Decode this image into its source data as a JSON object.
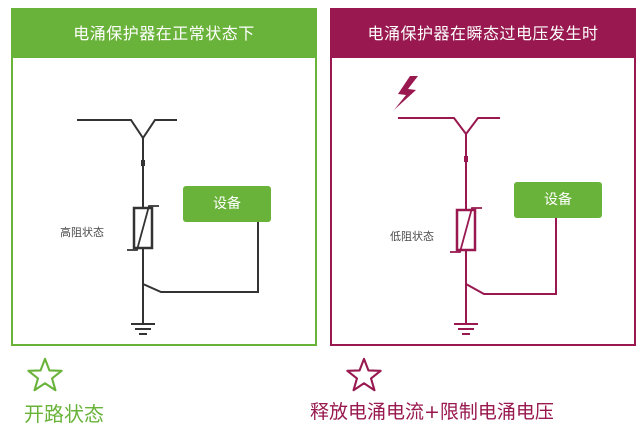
{
  "panels": {
    "normal": {
      "header": "电涌保护器在正常状态下",
      "device_label": "设备",
      "state_label": "高阻状态",
      "caption": "开路状态"
    },
    "surge": {
      "header": "电涌保护器在瞬态过电压发生时",
      "device_label": "设备",
      "state_label": "低阻状态",
      "caption": "释放电涌电流+限制电涌电压"
    }
  },
  "icons": [
    "star-icon",
    "lightning-icon",
    "ground-icon",
    "varistor-icon"
  ],
  "colors": {
    "normal_accent": "#6ab33a",
    "surge_accent": "#98184f",
    "device_box": "#6ab33a",
    "wire_normal": "#333333",
    "wire_surge": "#98184f"
  }
}
